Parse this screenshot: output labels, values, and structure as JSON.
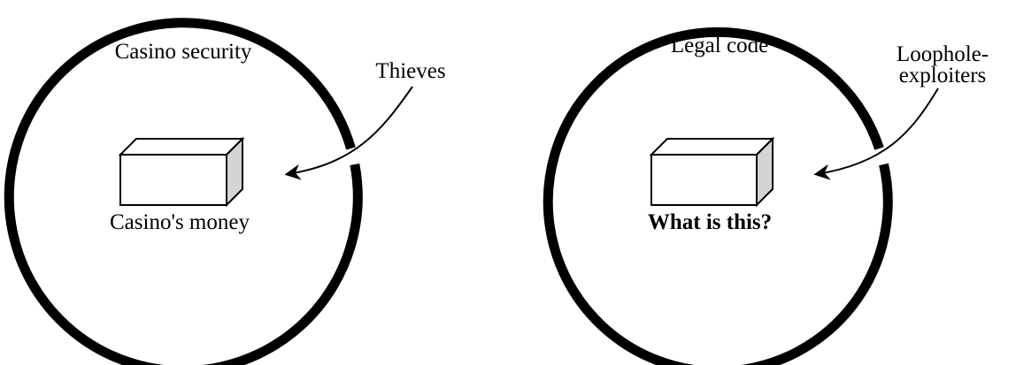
{
  "panels": [
    {
      "circle_label": "Casino security",
      "attacker_label": "Thieves",
      "box_label": "Casino's money"
    },
    {
      "circle_label": "Legal code",
      "attacker_label_lines": [
        "Loophole-",
        "exploiters"
      ],
      "box_label": "What is this?"
    }
  ],
  "colors": {
    "stroke": "#000000",
    "box_side": "#d4d4d4",
    "background": "#ffffff"
  }
}
